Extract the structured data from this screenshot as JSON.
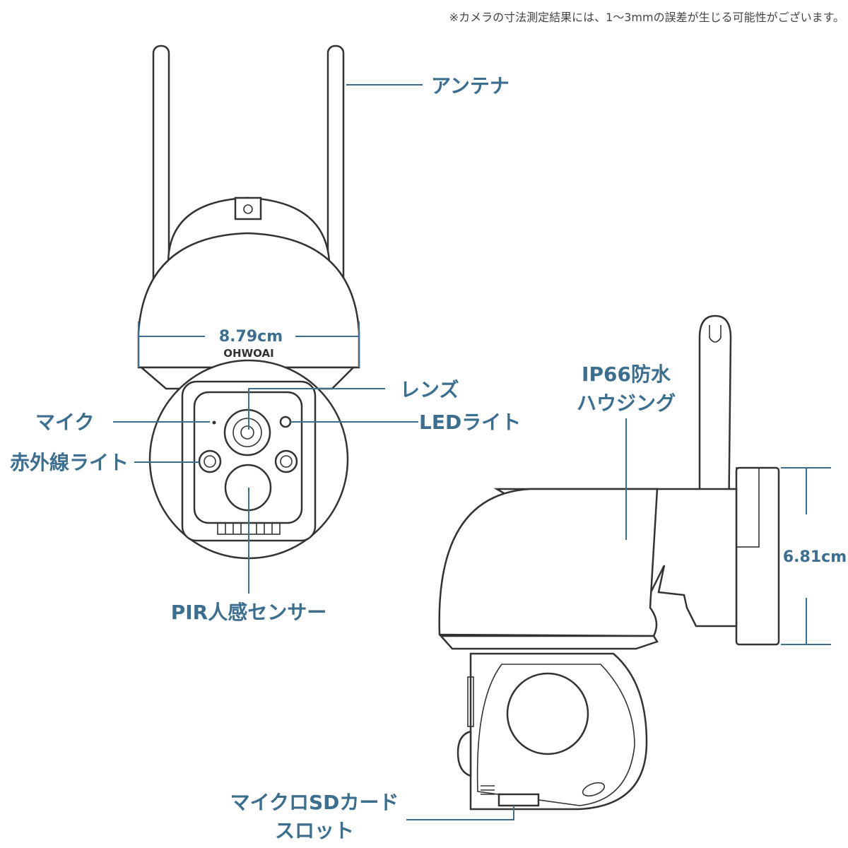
{
  "note": "※カメラの寸法測定結果には、1〜3mmの誤差が生じる可能性がございます。",
  "brand": "OHWOAI",
  "dimensions": {
    "width": "8.79cm",
    "height": "6.81cm"
  },
  "labels": {
    "antenna": "アンテナ",
    "lens": "レンズ",
    "led_light": "LEDライト",
    "mic": "マイク",
    "ir_light": "赤外線ライト",
    "pir_sensor": "PIR人感センサー",
    "ip66_line1": "IP66防水",
    "ip66_line2": "ハウジング",
    "sd_line1": "マイクロSDカード",
    "sd_line2": "スロット"
  },
  "colors": {
    "label": "#3c6e8f",
    "outline": "#333333",
    "note": "#444444"
  }
}
